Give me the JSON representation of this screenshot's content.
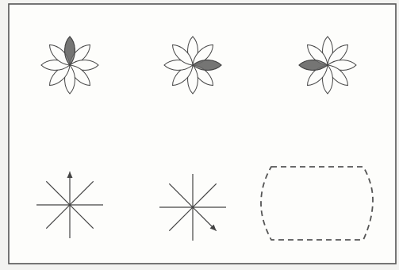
{
  "colors": {
    "paper": "#fdfdfb",
    "background": "#f3f3f1",
    "ink": "#444444",
    "frame": "#555555",
    "shade": "#6a6a6a"
  },
  "panels": [
    {
      "kind": "flower",
      "petals": 8,
      "shaded_petal": "top"
    },
    {
      "kind": "flower",
      "petals": 8,
      "shaded_petal": "right"
    },
    {
      "kind": "flower",
      "petals": 8,
      "shaded_petal": "left"
    },
    {
      "kind": "star",
      "rays": 8,
      "arrowhead_ray": "top"
    },
    {
      "kind": "star",
      "rays": 8,
      "arrowhead_ray": "bottom-right"
    },
    {
      "kind": "answer-blank",
      "border": "dashed"
    }
  ]
}
